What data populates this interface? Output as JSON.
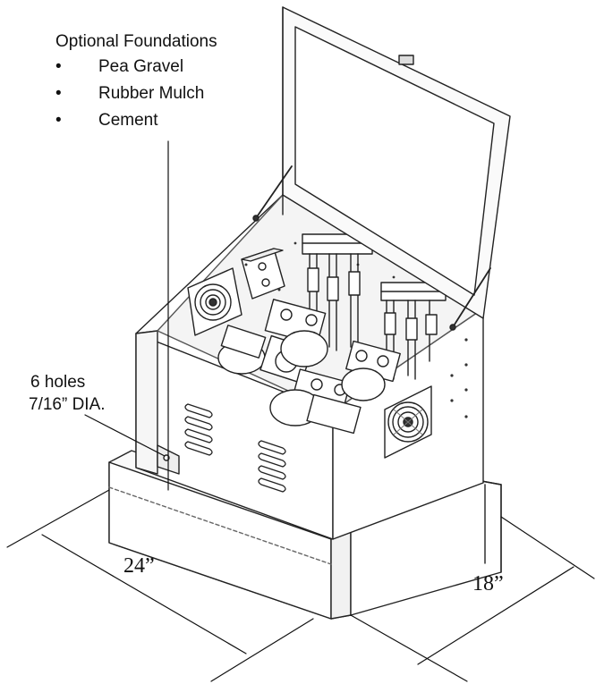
{
  "foundations": {
    "title": "Optional Foundations",
    "items": [
      "Pea Gravel",
      "Rubber Mulch",
      "Cement"
    ],
    "bullet": "•"
  },
  "holes": {
    "line1": "6 holes",
    "line2": "7/16” DIA."
  },
  "dimensions": {
    "width": "24”",
    "depth": "18”"
  }
}
